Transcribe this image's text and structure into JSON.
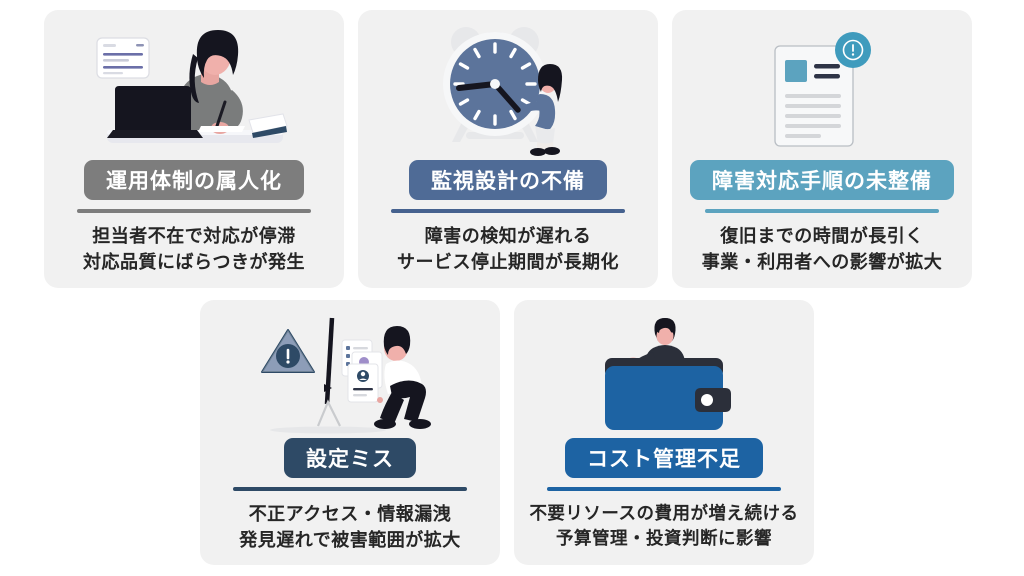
{
  "page": {
    "background": "#ffffff",
    "card_background": "#f1f1f1",
    "caption_color": "#262626"
  },
  "cards": [
    {
      "id": "card-1",
      "illustration": "woman-at-laptop-illustration",
      "badge_label": "運用体制の属人化",
      "badge_color": "#7d7d7d",
      "divider_color": "#7d7d7d",
      "caption": "担当者不在で対応が停滞\n対応品質にばらつきが発生",
      "caption_line_1": "担当者不在で対応が停滞",
      "caption_line_2": "対応品質にばらつきが発生"
    },
    {
      "id": "card-2",
      "illustration": "alarm-clock-with-person-illustration",
      "badge_label": "監視設計の不備",
      "badge_color": "#4f6punto",
      "divider_color": "#46628f",
      "caption": "障害の検知が遅れる\nサービス停止期間が長期化",
      "caption_line_1": "障害の検知が遅れる",
      "caption_line_2": "サービス停止期間が長期化"
    },
    {
      "id": "card-3",
      "illustration": "document-with-alert-illustration",
      "badge_label": "障害対応手順の未整備",
      "badge_color": "#5ca3bf",
      "divider_color": "#5ca3bf",
      "caption": "復旧までの時間が長引く\n事業・利用者への影響が拡大",
      "caption_line_1": "復旧までの時間が長引く",
      "caption_line_2": "事業・利用者への影響が拡大"
    },
    {
      "id": "card-4",
      "illustration": "warning-monitor-with-person-illustration",
      "badge_label": "設定ミス",
      "badge_color": "#2e4a66",
      "divider_color": "#2e4a66",
      "caption": "不正アクセス・情報漏洩\n発見遅れで被害範囲が拡大",
      "caption_line_1": "不正アクセス・情報漏洩",
      "caption_line_2": "発見遅れで被害範囲が拡大"
    },
    {
      "id": "card-5",
      "illustration": "wallet-with-person-illustration",
      "badge_label": "コスト管理不足",
      "badge_color": "#1d63a3",
      "divider_color": "#1d63a3",
      "caption": "不要リソースの費用が増え続ける\n予算管理・投資判断に影響",
      "caption_line_1": "不要リソースの費用が増え続ける",
      "caption_line_2": "予算管理・投資判断に影響"
    }
  ]
}
